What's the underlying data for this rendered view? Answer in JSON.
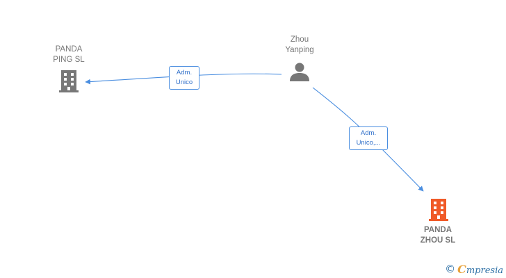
{
  "nodes": {
    "person": {
      "line1": "Zhou",
      "line2": "Yanping",
      "icon": "person-icon"
    },
    "company_left": {
      "line1": "PANDA",
      "line2": "PING  SL",
      "icon": "building-icon",
      "color": "#777777"
    },
    "company_right": {
      "line1": "PANDA",
      "line2": "ZHOU  SL",
      "icon": "building-icon",
      "color": "#f05a28"
    }
  },
  "edges": {
    "left": {
      "line1": "Adm.",
      "line2": "Unico"
    },
    "right": {
      "line1": "Adm.",
      "line2": "Unico,..."
    }
  },
  "colors": {
    "edge": "#4a8ee0",
    "person": "#777777"
  },
  "watermark": {
    "symbol": "©",
    "brand_initial": "C",
    "brand_rest": "mpresia"
  }
}
